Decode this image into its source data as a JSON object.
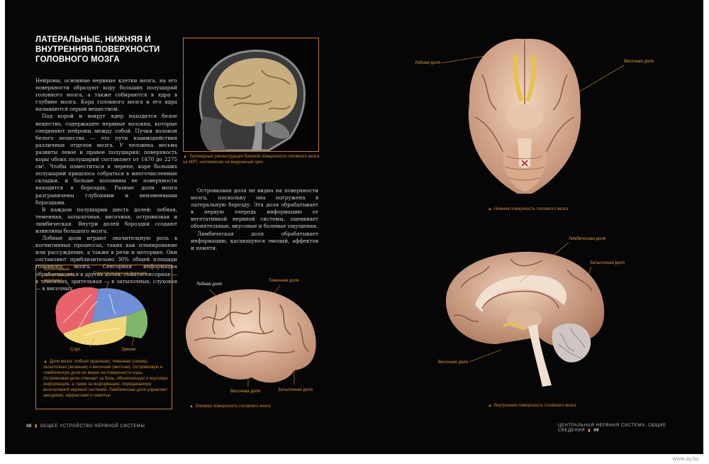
{
  "heading": "ЛАТЕРАЛЬНЫЕ, НИЖНЯЯ И ВНУТРЕННЯЯ ПОВЕРХНОСТИ ГОЛОВНОГО МОЗГА",
  "left_column": [
    "Нейроны, основные нервные клетки мозга, на его поверхности образуют кору больших полушарий головного мозга, а также собираются в ядра в глубине мозга. Кора головного мозга и его ядра называются серым веществом.",
    "Под корой и вокруг ядер находится белое вещество, содержащее нервные волокна, которые соединяют нейроны между собой. Пучки волокон белого вещества — это пути взаимодействия различных отделов мозга. У человека весьма развиты левое и правое полушария: поверхность коры обоих полушарий составляет от 1470 до 2275 см². Чтобы поместиться в черепе, коре больших полушарий пришлось собраться в многочисленные складки, и больше половины ее поверхности находится в бороздах. Разные доли мозга разграничены глубокими и неизменными бороздами.",
    "В каждом полушарии шесть долей: лобная, теменная, затылочная, височная, островковая и лимбическая. Внутри долей бороздки создают извилины большого мозга.",
    "Лобные доли играют значительную роль в когнитивных процессах, таких как планирование или рассуждение, а также в речи и моторике. Они составляют приблизительно 30% общей площади головного мозга. Сенсорная информация обрабатывается в других долях: соматосенсорная — в теменных, зрительная — в затылочных, слуховая — в височных."
  ],
  "middle_column": [
    "Островковая доля не видна на поверхности мозга, поскольку она погружена в латеральную борозду. Эта доля обрабатывает в первую очередь информацию от вегетативной нервной системы, оценивает обонятельные, вкусовые и болевые ощущения.",
    "Лимбическая доля обрабатывает информацию, касающуюся эмоций, аффектов и памяти."
  ],
  "mri_caption": "Трехмерная реконструкция боковой поверхности головного мозга на МРТ, наложенная на медианный срез",
  "lobes_diagram": {
    "labels": {
      "cognitive": "Когнитивные процессы, речь, моторика",
      "somatosensory": "Соматосенсорная функция",
      "hearing": "Слух",
      "vision": "Зрение"
    },
    "caption": "Доли мозга: лобная (красным), теменная (синим), затылочная (зеленым) и височная (желтым). Островковую и лимбическую доли не видно на поверхности коры. Островковая доля отвечает за боль, обонятельную и вкусовую информацию, а также за информацию, передаваемую вегетативной нервной системой. Лимбическая доля управляет эмоциями, аффектами и памятью"
  },
  "lateral_brain": {
    "labels": {
      "frontal": "Лобная доля",
      "parietal": "Теменная доля",
      "temporal": "Височная доля",
      "occipital": "Затылочная доля"
    },
    "caption": "Боковая поверхность головного мозга"
  },
  "inferior_brain": {
    "labels": {
      "frontal": "Лобная доля",
      "temporal": "Височная доля"
    },
    "caption": "Нижняя поверхность головного мозга"
  },
  "medial_brain": {
    "labels": {
      "limbic": "Лимбическая доля",
      "occipital": "Затылочная доля",
      "temporal": "Височная доля"
    },
    "caption": "Внутренняя поверхность головного мозга"
  },
  "footer_left": {
    "page": "48",
    "section": "ОБЩЕЕ УСТРОЙСТВО НЕРВНОЙ СИСТЕМЫ"
  },
  "footer_right": {
    "page": "49",
    "section": "ЦЕНТРАЛЬНАЯ НЕРВНАЯ СИСТЕМА: ОБЩИЕ СВЕДЕНИЯ"
  },
  "watermark": "www.ay.by",
  "colors": {
    "accent": "#c47a2e",
    "frontal_lobe": "#e8636b",
    "parietal_lobe": "#6f8fd6",
    "occipital_lobe": "#7fb86a",
    "temporal_lobe": "#f2d67a"
  }
}
